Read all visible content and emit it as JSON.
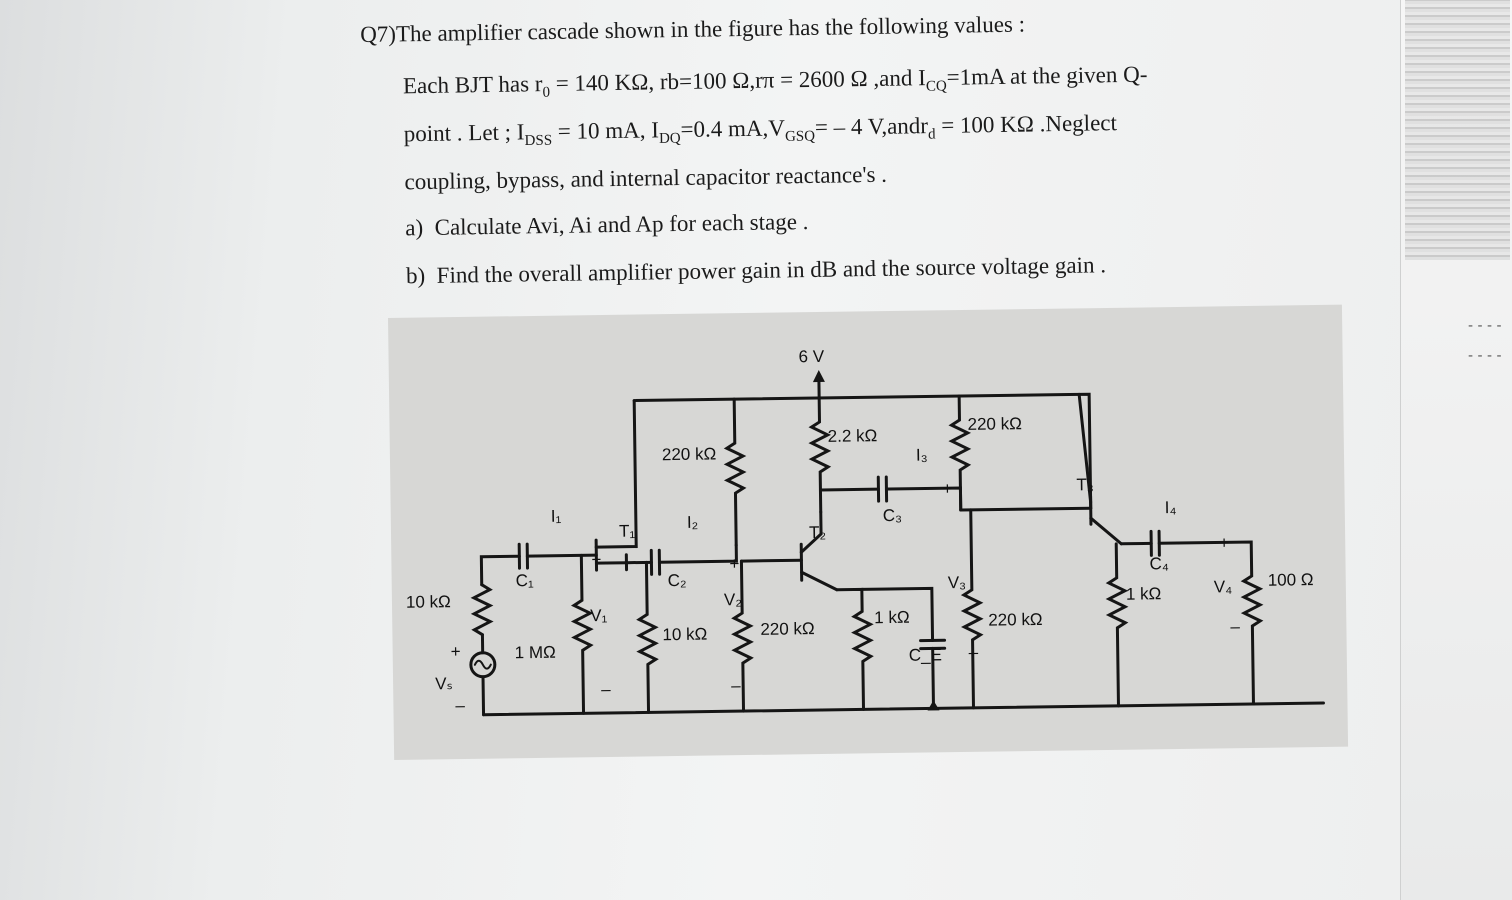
{
  "question": {
    "title": "Q7)The amplifier cascade shown in the figure has the following values :",
    "line1_a": "Each BJT has r",
    "line1_sub_o": "0",
    "line1_b": " = 140 KΩ, rb=100 Ω,rπ = 2600 Ω ,and I",
    "line1_sub_cq": "CQ",
    "line1_c": "=1mA at the given Q-",
    "line2_a": "point . Let ; I",
    "line2_sub_dss": "DSS",
    "line2_b": " = 10 mA, I",
    "line2_sub_dq": "DQ",
    "line2_c": "=0.4 mA,V",
    "line2_sub_gsq": "GSQ",
    "line2_d": "= – 4 V,andr",
    "line2_sub_d": "d",
    "line2_e": " = 100 KΩ .Neglect",
    "line3": "coupling, bypass, and internal capacitor reactance's .",
    "part_a_label": "a)",
    "part_a_text": "Calculate Avi, Ai and Ap for each stage .",
    "part_b_label": "b)",
    "part_b_text": "Find the overall amplifier power gain in dB and the source voltage gain ."
  },
  "circuit": {
    "supply": "6 V",
    "r_source": "10 kΩ",
    "r_gate": "1 MΩ",
    "r_drain": "220 kΩ",
    "r_bias_low": "10 kΩ",
    "r_c2": "2.2 kΩ",
    "r_b2": "220 kΩ",
    "r_e2": "1 kΩ",
    "r_b3_top": "220 kΩ",
    "r_b3_bot": "220 kΩ",
    "r_e3": "1 kΩ",
    "r_load": "100 Ω",
    "t1": "T₁",
    "t2": "T₂",
    "t3": "T₃",
    "c1": "C₁",
    "c2": "C₂",
    "c3": "C₃",
    "c4": "C₄",
    "ce": "C_E",
    "i1": "I₁",
    "i2": "I₂",
    "i3": "I₃",
    "i4": "I₄",
    "vs": "Vₛ",
    "v1": "V₁",
    "v2": "V₂",
    "v3": "V₃",
    "v4": "V₄",
    "plus": "+",
    "minus": "–"
  }
}
